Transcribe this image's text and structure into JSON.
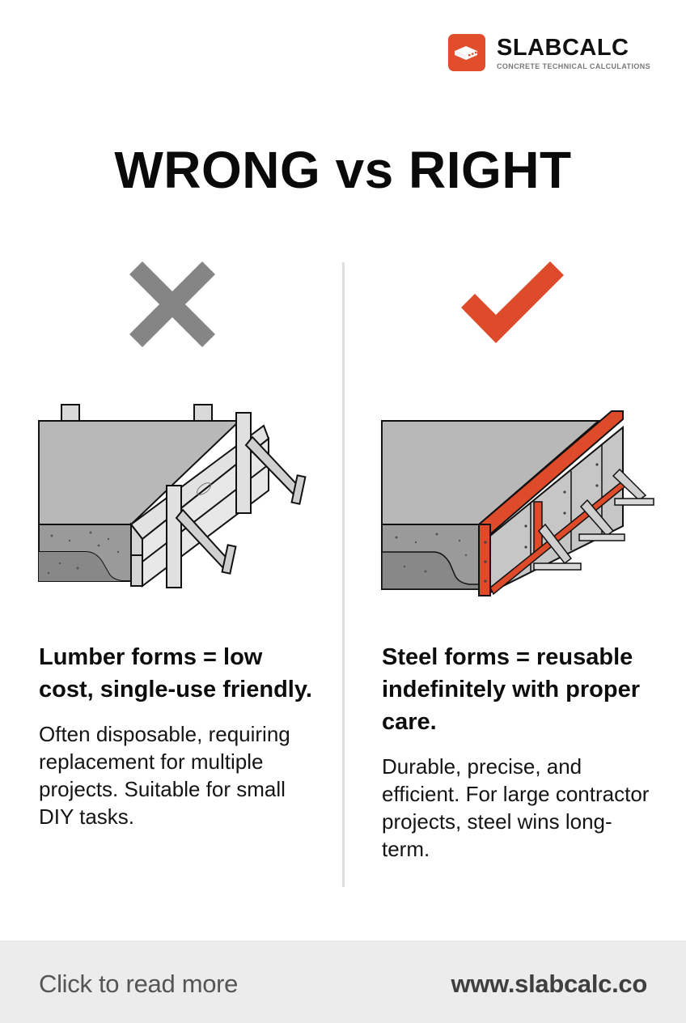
{
  "brand": {
    "name": "SLABCALC",
    "tagline": "CONCRETE TECHNICAL CALCULATIONS",
    "accent_color": "#e04e2c",
    "logo_icon": "concrete-slab-icon"
  },
  "title": "WRONG vs RIGHT",
  "left": {
    "verdict_icon": "x-mark-icon",
    "verdict_color": "#858585",
    "illustration": "lumber-formwork-illustration",
    "heading": "Lumber forms = low cost, single-use friendly.",
    "body": "Often disposable, requiring replacement for multiple projects. Suitable for small DIY tasks."
  },
  "right": {
    "verdict_icon": "check-mark-icon",
    "verdict_color": "#dd4b2a",
    "illustration": "steel-formwork-illustration",
    "heading": "Steel forms = reusable indefinitely with proper care.",
    "body": "Durable, precise, and efficient. For large contractor projects, steel wins long-term."
  },
  "footer": {
    "cta": "Click to read more",
    "url": "www.slabcalc.co",
    "background": "#ececec"
  }
}
